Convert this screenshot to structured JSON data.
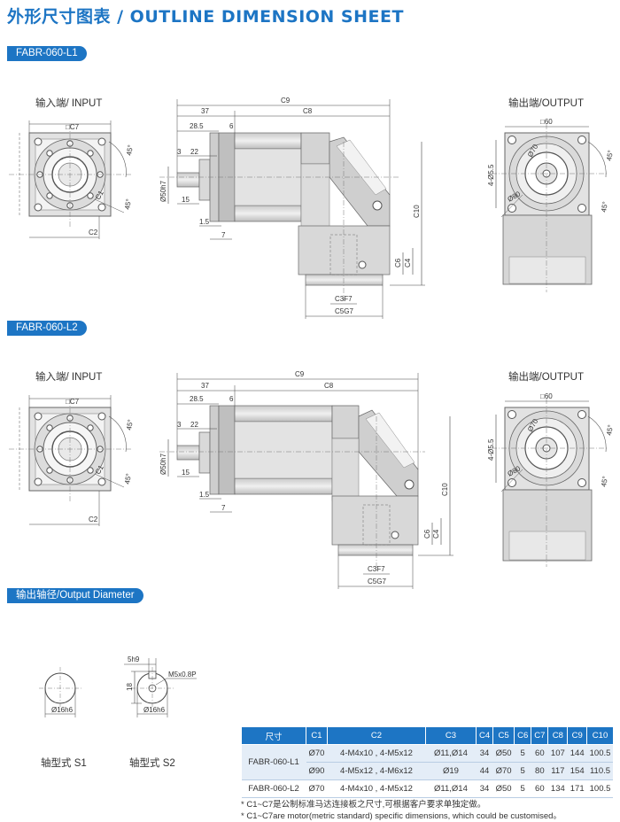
{
  "header": {
    "title": "外形尺寸图表 / OUTLINE DIMENSION SHEET"
  },
  "sections": {
    "l1_tag": "FABR-060-L1",
    "l2_tag": "FABR-060-L2",
    "diam_tag": "输出轴径/Output Diameter"
  },
  "labels": {
    "input": "输入端/ INPUT",
    "output": "输出端/OUTPUT"
  },
  "dims": {
    "c1": "C1",
    "c2": "C2",
    "c3": "C3F7",
    "c4": "C4",
    "c5": "C5G7",
    "c6": "C6",
    "c7": "□C7",
    "c8": "C8",
    "c9": "C9",
    "c10": "C10",
    "d37": "37",
    "d28_5": "28.5",
    "d6": "6",
    "d3": "3",
    "d22": "22",
    "d15": "15",
    "d1_5": "1.5",
    "d7": "7",
    "phi50": "Ø50h7",
    "sq60": "□60",
    "holes": "4-Ø5.5",
    "a45": "45°",
    "phi70": "Ø70",
    "phi80": "Ø80"
  },
  "shafts": {
    "s1_label": "轴型式  S1",
    "s2_label": "轴型式  S2",
    "s1_dia": "Ø16h6",
    "s2_dia": "Ø16h6",
    "key_w": "5h9",
    "key_h": "18",
    "tap": "M5x0.8P"
  },
  "table": {
    "headers": [
      "尺寸",
      "C1",
      "C2",
      "C3",
      "C4",
      "C5",
      "C6",
      "C7",
      "C8",
      "C9",
      "C10"
    ],
    "rows": [
      {
        "model": "FABR-060-L1",
        "c1": "Ø70",
        "c2": "4-M4x10 , 4-M5x12",
        "c3": "Ø11,Ø14",
        "c4": "34",
        "c5": "Ø50",
        "c6": "5",
        "c7": "60",
        "c8": "107",
        "c9": "144",
        "c10": "100.5"
      },
      {
        "model": "",
        "c1": "Ø90",
        "c2": "4-M5x12 , 4-M6x12",
        "c3": "Ø19",
        "c4": "44",
        "c5": "Ø70",
        "c6": "5",
        "c7": "80",
        "c8": "117",
        "c9": "154",
        "c10": "110.5"
      },
      {
        "model": "FABR-060-L2",
        "c1": "Ø70",
        "c2": "4-M4x10 , 4-M5x12",
        "c3": "Ø11,Ø14",
        "c4": "34",
        "c5": "Ø50",
        "c6": "5",
        "c7": "60",
        "c8": "134",
        "c9": "171",
        "c10": "100.5"
      }
    ]
  },
  "notes": {
    "cn": "* C1~C7是公制标准马达连接板之尺寸,可根据客户要求单独定做。",
    "en": "* C1~C7are motor(metric standard)  specific dimensions, which could be customised。"
  }
}
